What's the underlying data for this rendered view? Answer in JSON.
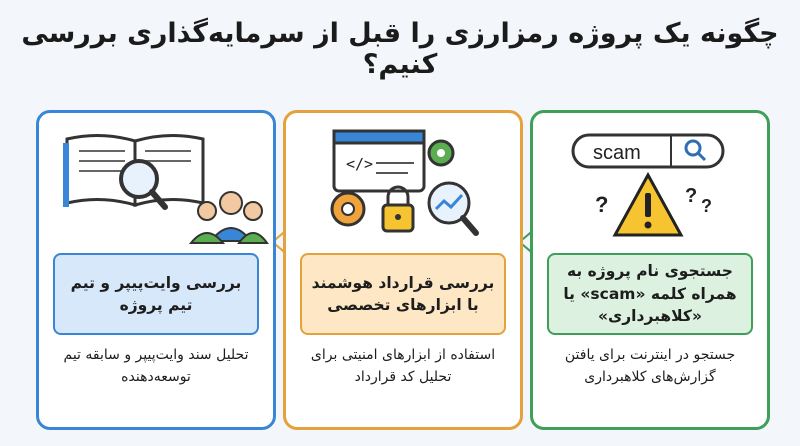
{
  "title": "چگونه یک پروژه رمزارزی را قبل از سرمایه‌گذاری بررسی کنیم؟",
  "cards": [
    {
      "icon": "search-scam-warning-icon",
      "label": "جستجوی نام پروژه به همراه کلمه «scam» یا «کلاهبرداری»",
      "desc": "جستجو در اینترنت برای یافتن گزارش‌های کلاهبرداری",
      "search_text": "scam",
      "accent": "#3f9e57"
    },
    {
      "icon": "smart-contract-audit-icon",
      "label": "بررسی قرارداد هوشمند با ابزارهای تخصصی",
      "desc": "استفاده از ابزارهای امنیتی برای تحلیل کد قرارداد",
      "code_glyph": "</>",
      "accent": "#e3a23b"
    },
    {
      "icon": "whitepaper-team-icon",
      "label": "بررسی وایت‌پیپر و تیم تیم پروژه",
      "desc": "تحلیل سند وایت‌پیپر و سابقه تیم توسعه‌دهنده",
      "accent": "#3a86d6"
    }
  ]
}
